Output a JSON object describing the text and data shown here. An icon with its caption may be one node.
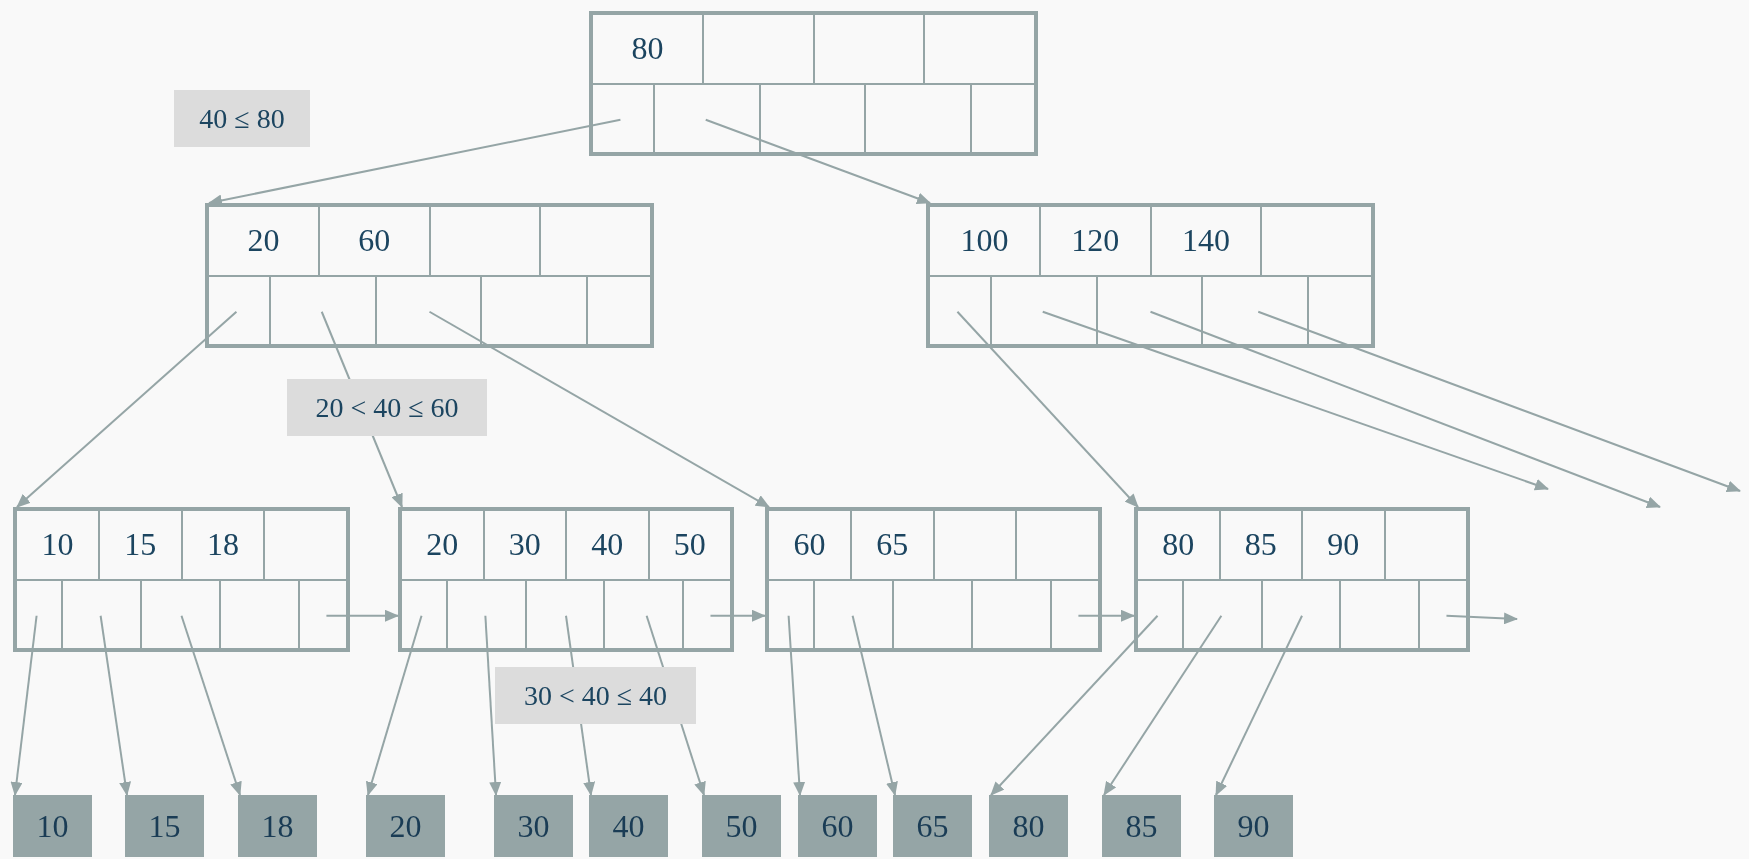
{
  "diagram": {
    "nodes": [
      {
        "text": [
          "80"
        ]
      },
      {
        "text": [
          "20",
          "60"
        ]
      },
      {
        "text": [
          "100",
          "120",
          "140"
        ]
      },
      {
        "text": [
          "10",
          "15",
          "18"
        ]
      },
      {
        "text": [
          "20",
          "30",
          "40",
          "50"
        ]
      },
      {
        "text": [
          "60",
          "65"
        ]
      },
      {
        "text": [
          "80",
          "85",
          "90"
        ]
      },
      {
        "text": [
          "10"
        ]
      },
      {
        "text": [
          "15"
        ]
      },
      {
        "text": [
          "18"
        ]
      },
      {
        "text": [
          "20"
        ]
      },
      {
        "text": [
          "30"
        ]
      },
      {
        "text": [
          "40"
        ]
      },
      {
        "text": [
          "50"
        ]
      },
      {
        "text": [
          "60"
        ]
      },
      {
        "text": [
          "65"
        ]
      },
      {
        "text": [
          "80"
        ]
      },
      {
        "text": [
          "85"
        ]
      },
      {
        "text": [
          "90"
        ]
      }
    ],
    "edges": [
      {
        "from": 0,
        "to": 1,
        "arrow": "to"
      },
      {
        "from": 0,
        "to": 2,
        "arrow": "to"
      },
      {
        "from": 1,
        "to": 3,
        "arrow": "to"
      },
      {
        "from": 1,
        "to": 4,
        "arrow": "to"
      },
      {
        "from": 1,
        "to": 5,
        "arrow": "to"
      },
      {
        "from": 2,
        "to": 6,
        "arrow": "to"
      },
      {
        "from": 2,
        "to": null,
        "arrow": "to"
      },
      {
        "from": 2,
        "to": null,
        "arrow": "to"
      },
      {
        "from": 2,
        "to": null,
        "arrow": "to"
      },
      {
        "from": 3,
        "to": 4,
        "arrow": "to"
      },
      {
        "from": 4,
        "to": 5,
        "arrow": "to"
      },
      {
        "from": 5,
        "to": 6,
        "arrow": "to"
      },
      {
        "from": 6,
        "to": null,
        "arrow": "to"
      },
      {
        "from": 3,
        "to": 7,
        "arrow": "to"
      },
      {
        "from": 3,
        "to": 8,
        "arrow": "to"
      },
      {
        "from": 3,
        "to": 9,
        "arrow": "to"
      },
      {
        "from": 4,
        "to": 10,
        "arrow": "to"
      },
      {
        "from": 4,
        "to": 11,
        "arrow": "to"
      },
      {
        "from": 4,
        "to": 12,
        "arrow": "to"
      },
      {
        "from": 4,
        "to": 13,
        "arrow": "to"
      },
      {
        "from": 5,
        "to": 14,
        "arrow": "to"
      },
      {
        "from": 5,
        "to": 15,
        "arrow": "to"
      },
      {
        "from": 6,
        "to": 16,
        "arrow": "to"
      },
      {
        "from": 6,
        "to": 17,
        "arrow": "to"
      },
      {
        "from": 6,
        "to": 18,
        "arrow": "to"
      }
    ],
    "labels": [
      "40 ≤ 80",
      "20 < 40 ≤ 60",
      "30 < 40 ≤ 40"
    ]
  }
}
